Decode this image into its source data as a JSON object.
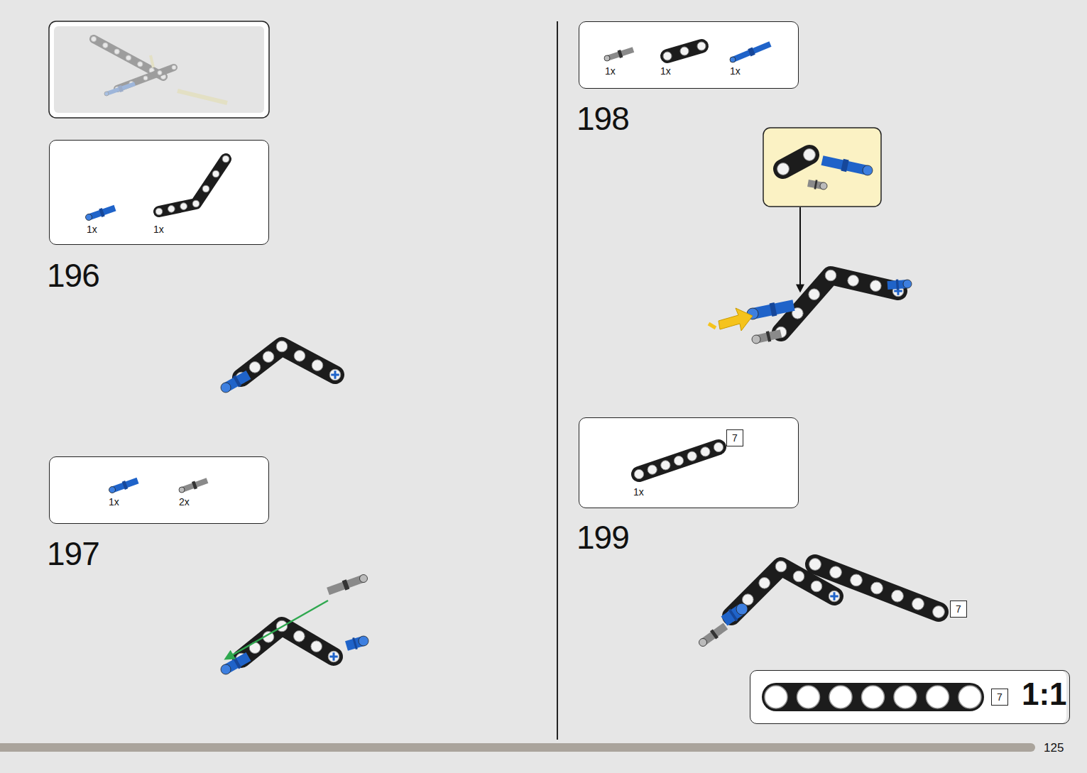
{
  "diagram": {
    "nodes": [
      {
        "text": [
          "1x",
          "1x"
        ]
      },
      {
        "text": [
          "1x",
          "2x"
        ]
      },
      {
        "text": [
          "1x",
          "1x",
          "1x"
        ]
      },
      {
        "text": [
          "1x"
        ]
      },
      {
        "text": [
          "7"
        ],
        "in": 3
      },
      {
        "text": [
          "7"
        ]
      },
      {
        "text": [
          "1:1"
        ]
      },
      {
        "text": [
          "7"
        ],
        "in": 6
      }
    ],
    "labels": [
      "196",
      "197",
      "198",
      "199",
      "125"
    ]
  }
}
